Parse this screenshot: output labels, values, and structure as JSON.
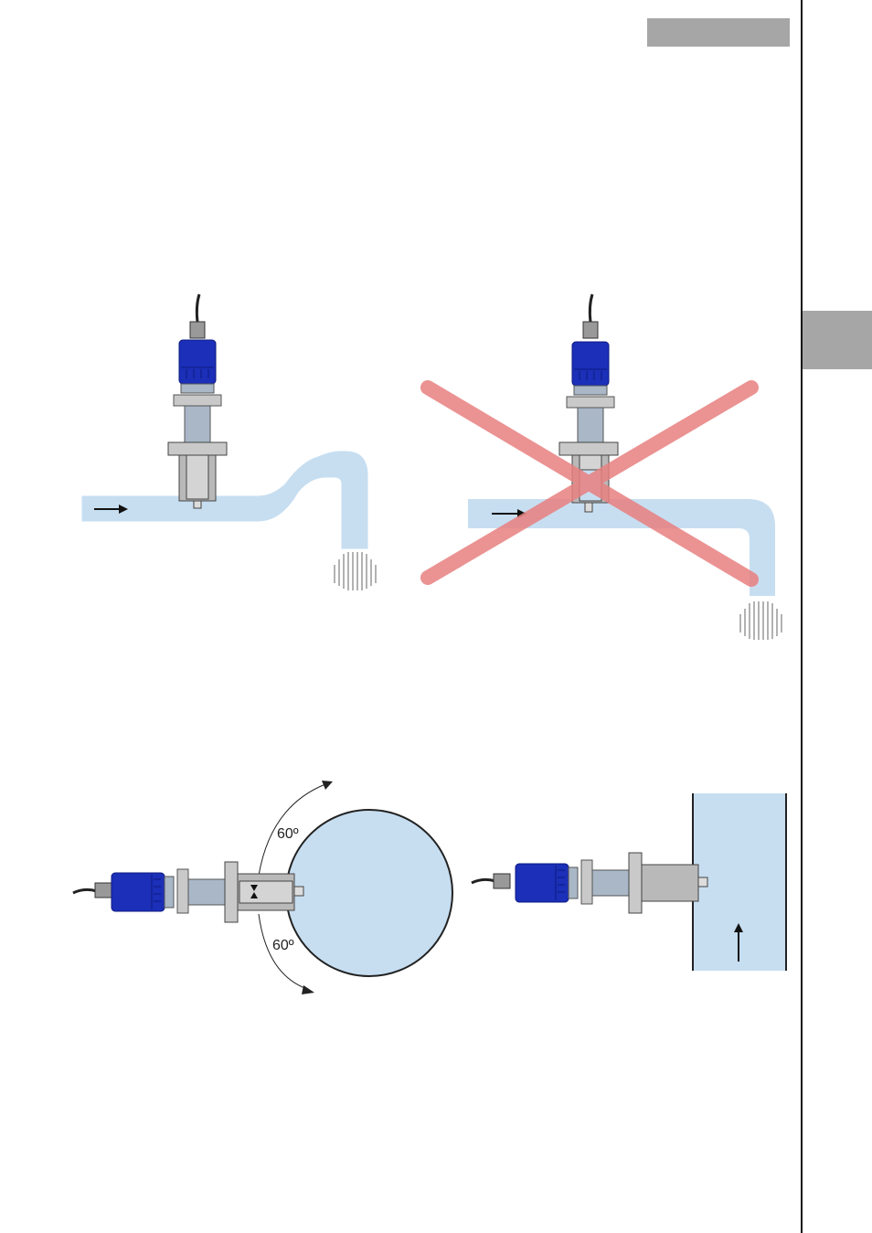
{
  "colors": {
    "pipe_fill": "#c7def1",
    "pipe_stroke": "#7fa9cc",
    "sensor_blue": "#1b2fb8",
    "sensor_blue_dark": "#0d1a80",
    "body_gray": "#a9b7c7",
    "fitting_gray": "#c9c9c9",
    "cross_red": "#e88080",
    "tab_gray": "#a6a6a6"
  },
  "figures": {
    "correct_install": {
      "flow": "right"
    },
    "incorrect_install": {
      "flow": "right",
      "marker": "red-cross"
    },
    "angle_install": {
      "angle_top": "60º",
      "angle_bottom": "60º"
    },
    "vertical_pipe_install": {
      "flow": "up"
    }
  }
}
